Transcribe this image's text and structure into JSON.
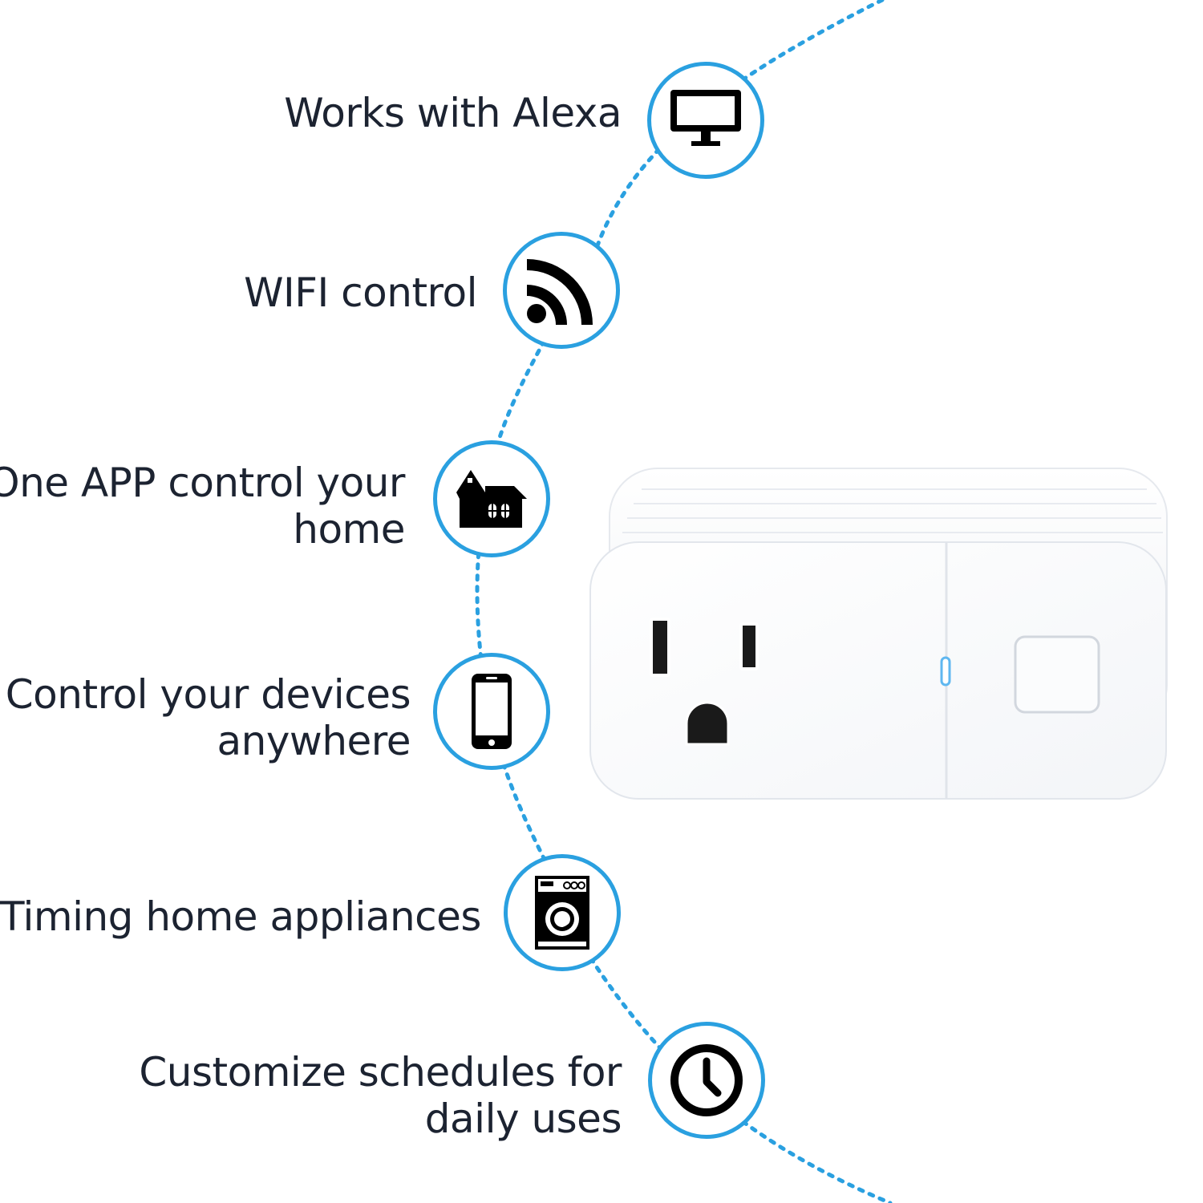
{
  "features": [
    {
      "id": "alexa",
      "lines": [
        "Works with Alexa"
      ],
      "icon": "monitor-icon"
    },
    {
      "id": "wifi",
      "lines": [
        "WIFI control"
      ],
      "icon": "wifi-icon"
    },
    {
      "id": "app",
      "lines": [
        "One APP control your",
        "home"
      ],
      "icon": "house-icon"
    },
    {
      "id": "anywhere",
      "lines": [
        "Control your devices",
        "anywhere"
      ],
      "icon": "smartphone-icon"
    },
    {
      "id": "timing",
      "lines": [
        "Timing home appliances"
      ],
      "icon": "washing-machine-icon"
    },
    {
      "id": "schedules",
      "lines": [
        "Customize schedules for",
        "daily uses"
      ],
      "icon": "clock-icon"
    }
  ],
  "colors": {
    "accent": "#2aa0e0",
    "text": "#1c2331",
    "icon": "#000000",
    "plug_body": "#f7f8fa",
    "indicator_light": "#5fb7f0"
  },
  "product": {
    "name": "smart-plug",
    "indicator_light": "on"
  }
}
